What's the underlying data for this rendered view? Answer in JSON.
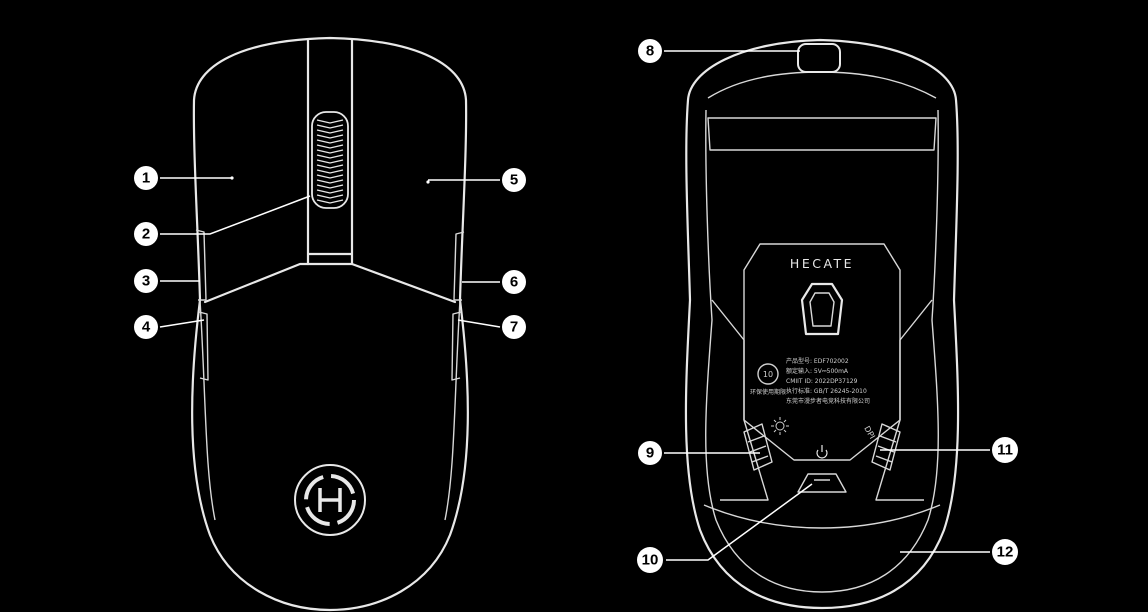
{
  "callouts": [
    {
      "id": "1",
      "label": "1"
    },
    {
      "id": "2",
      "label": "2"
    },
    {
      "id": "3",
      "label": "3"
    },
    {
      "id": "4",
      "label": "4"
    },
    {
      "id": "5",
      "label": "5"
    },
    {
      "id": "6",
      "label": "6"
    },
    {
      "id": "7",
      "label": "7"
    },
    {
      "id": "8",
      "label": "8"
    },
    {
      "id": "9",
      "label": "9"
    },
    {
      "id": "10",
      "label": "10"
    },
    {
      "id": "11",
      "label": "11"
    },
    {
      "id": "12",
      "label": "12"
    }
  ],
  "bottom_view": {
    "brand": "HECATE",
    "spec_lines": [
      "产品型号: EDF702002",
      "额定输入: 5V⎓500mA",
      "CMIIT ID: 2022DP37129",
      "执行标准: GB/T 26245-2010",
      "东莞市漫步者电竞科技有限公司"
    ],
    "epup_years": "10",
    "epup_sub": "环保使用期限",
    "dpi_label": "DPI"
  }
}
